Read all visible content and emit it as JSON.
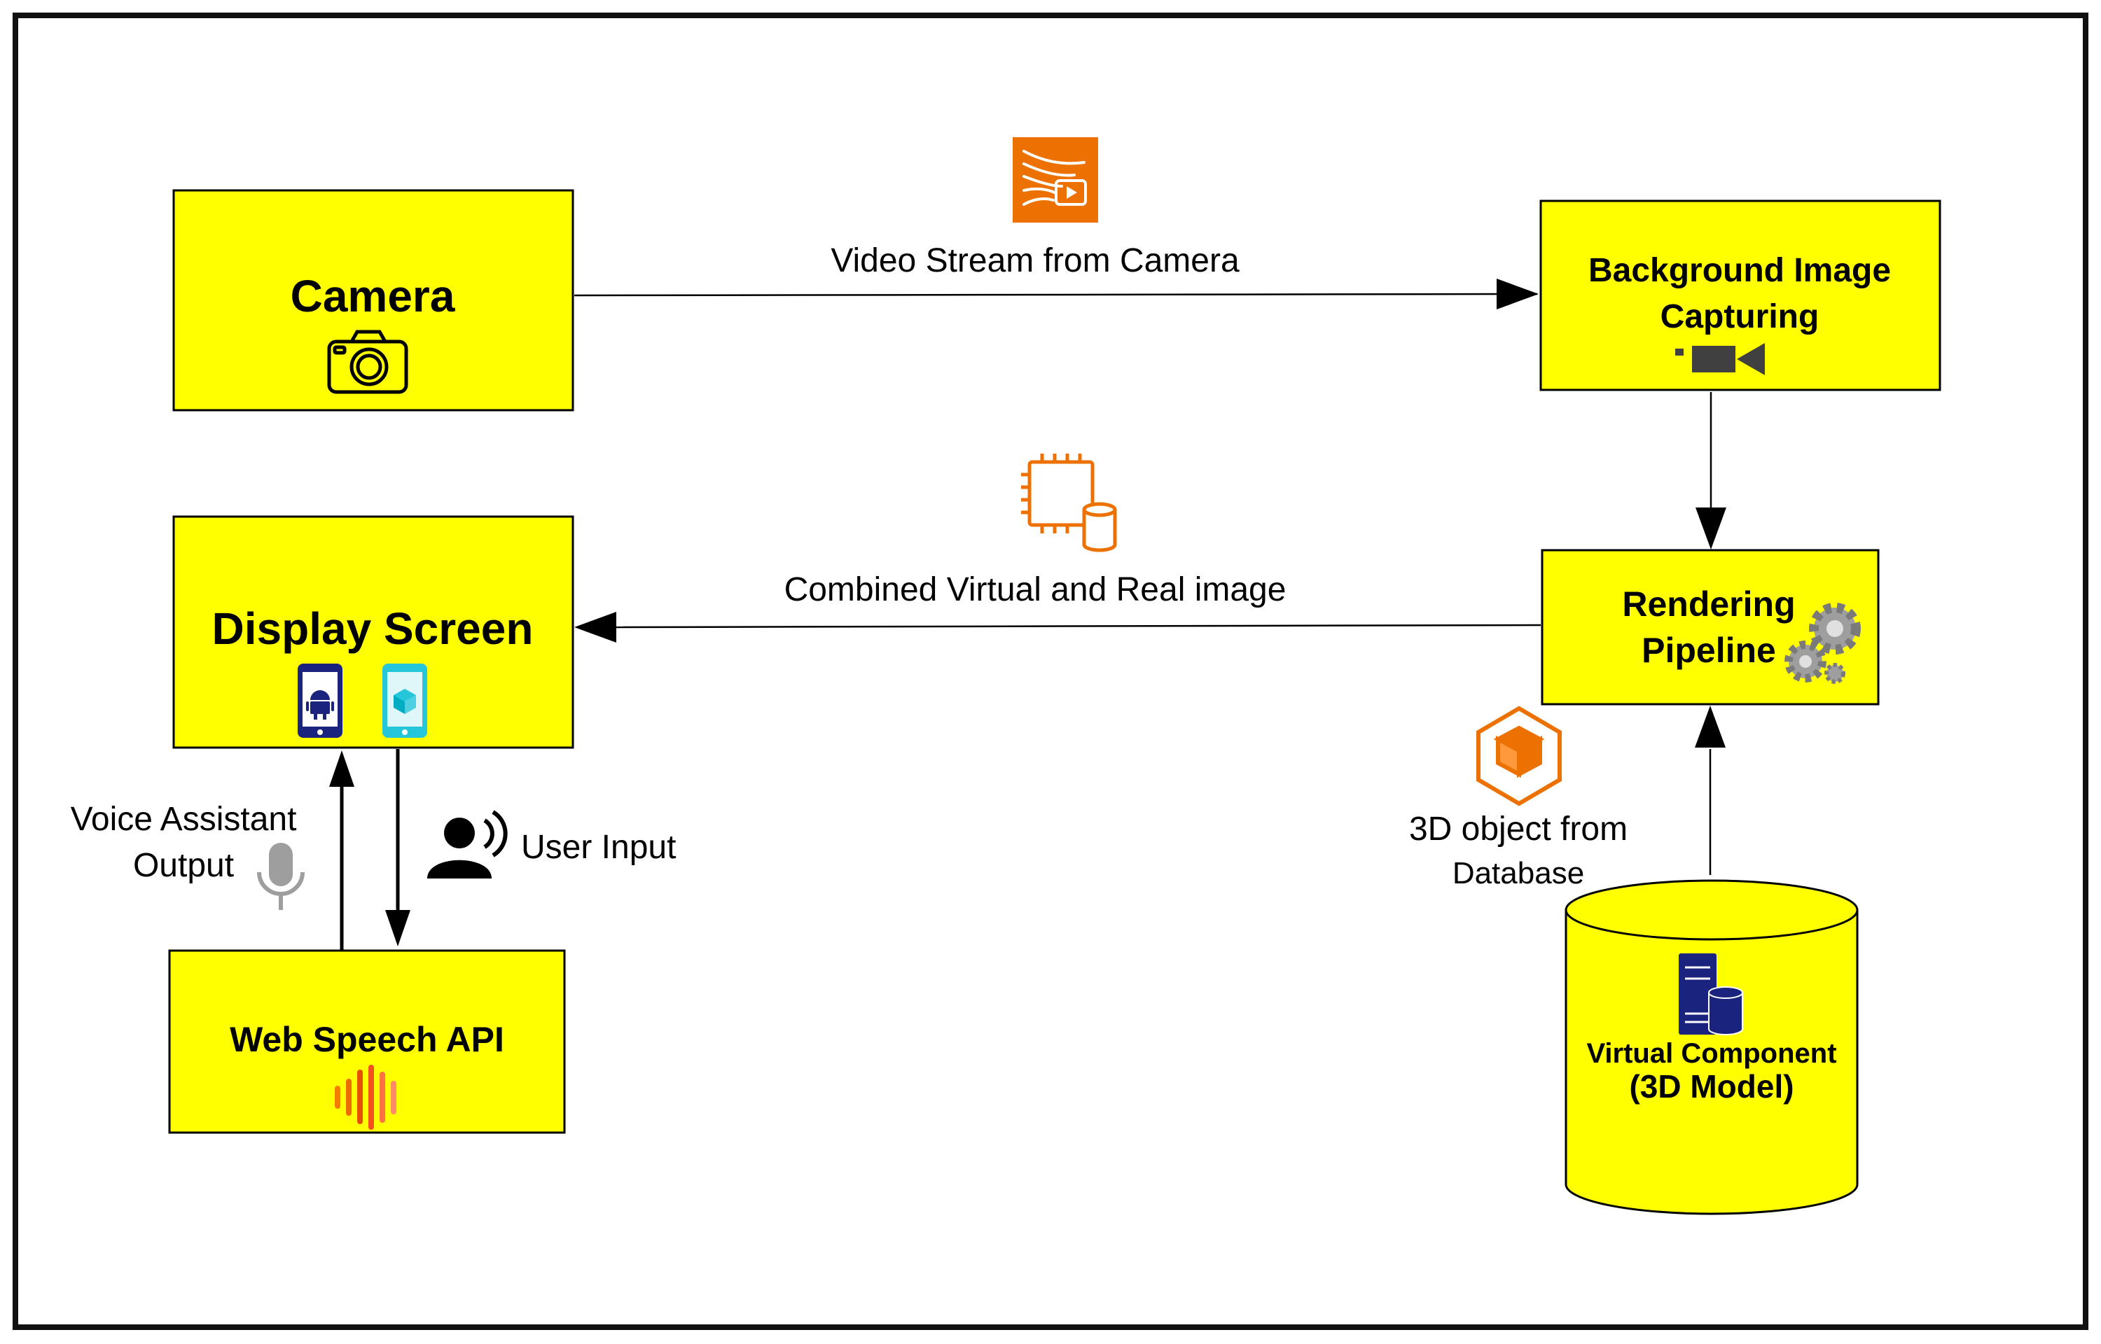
{
  "diagram": {
    "nodes": {
      "camera": {
        "label": "Camera"
      },
      "background": {
        "label_line1": "Background Image",
        "label_line2": "Capturing"
      },
      "display": {
        "label": "Display Screen"
      },
      "rendering": {
        "label_line1": "Rendering",
        "label_line2": "Pipeline"
      },
      "speech": {
        "label": "Web Speech API"
      },
      "virtual": {
        "label_line1": "Virtual Component",
        "label_line2": "(3D Model)"
      }
    },
    "edges": {
      "video_stream": {
        "label": "Video Stream from Camera"
      },
      "combined": {
        "label": "Combined Virtual and Real image"
      },
      "voice_output": {
        "label_line1": "Voice Assistant",
        "label_line2": "Output"
      },
      "user_input": {
        "label": "User Input"
      },
      "object_db": {
        "label_line1": "3D object from",
        "label_line2": "Database"
      }
    },
    "colors": {
      "node_fill": "#ffff00",
      "border": "#000000",
      "accent_orange": "#ed7100",
      "navy": "#1a237e",
      "cyan": "#26c6da",
      "gray": "#9e9e9e"
    },
    "icons": [
      "camera-icon",
      "video-camera-icon",
      "streaming-icon",
      "chip-database-icon",
      "android-phone-icon",
      "ar-phone-icon",
      "gears-icon",
      "3d-object-icon",
      "server-database-icon",
      "soundwave-icon",
      "microphone-icon",
      "speaking-person-icon"
    ]
  }
}
